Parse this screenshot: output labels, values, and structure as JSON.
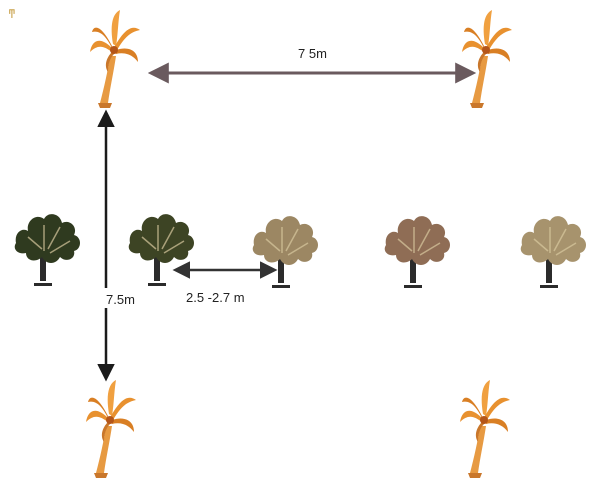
{
  "diagram": {
    "corner_mark": "ͳ",
    "spacing_labels": {
      "palm_horizontal": "7 5m",
      "palm_vertical": "7.5m",
      "plant_row": "2.5 -2.7 m"
    },
    "colors": {
      "background": "#ffffff",
      "palm_frond": "#e8912f",
      "palm_trunk": "#e79a42",
      "shrub_dark": "#2f3a1f",
      "shrub_mid": "#4a4a2c",
      "shrub_light": "#b9a27a",
      "arrow_horizontal": "#6a5a5e",
      "arrow_vertical": "#1b1b1b",
      "arrow_short": "#333333"
    },
    "icons": {
      "palm": "palm-tree-icon",
      "shrub": "shrub-icon"
    }
  }
}
